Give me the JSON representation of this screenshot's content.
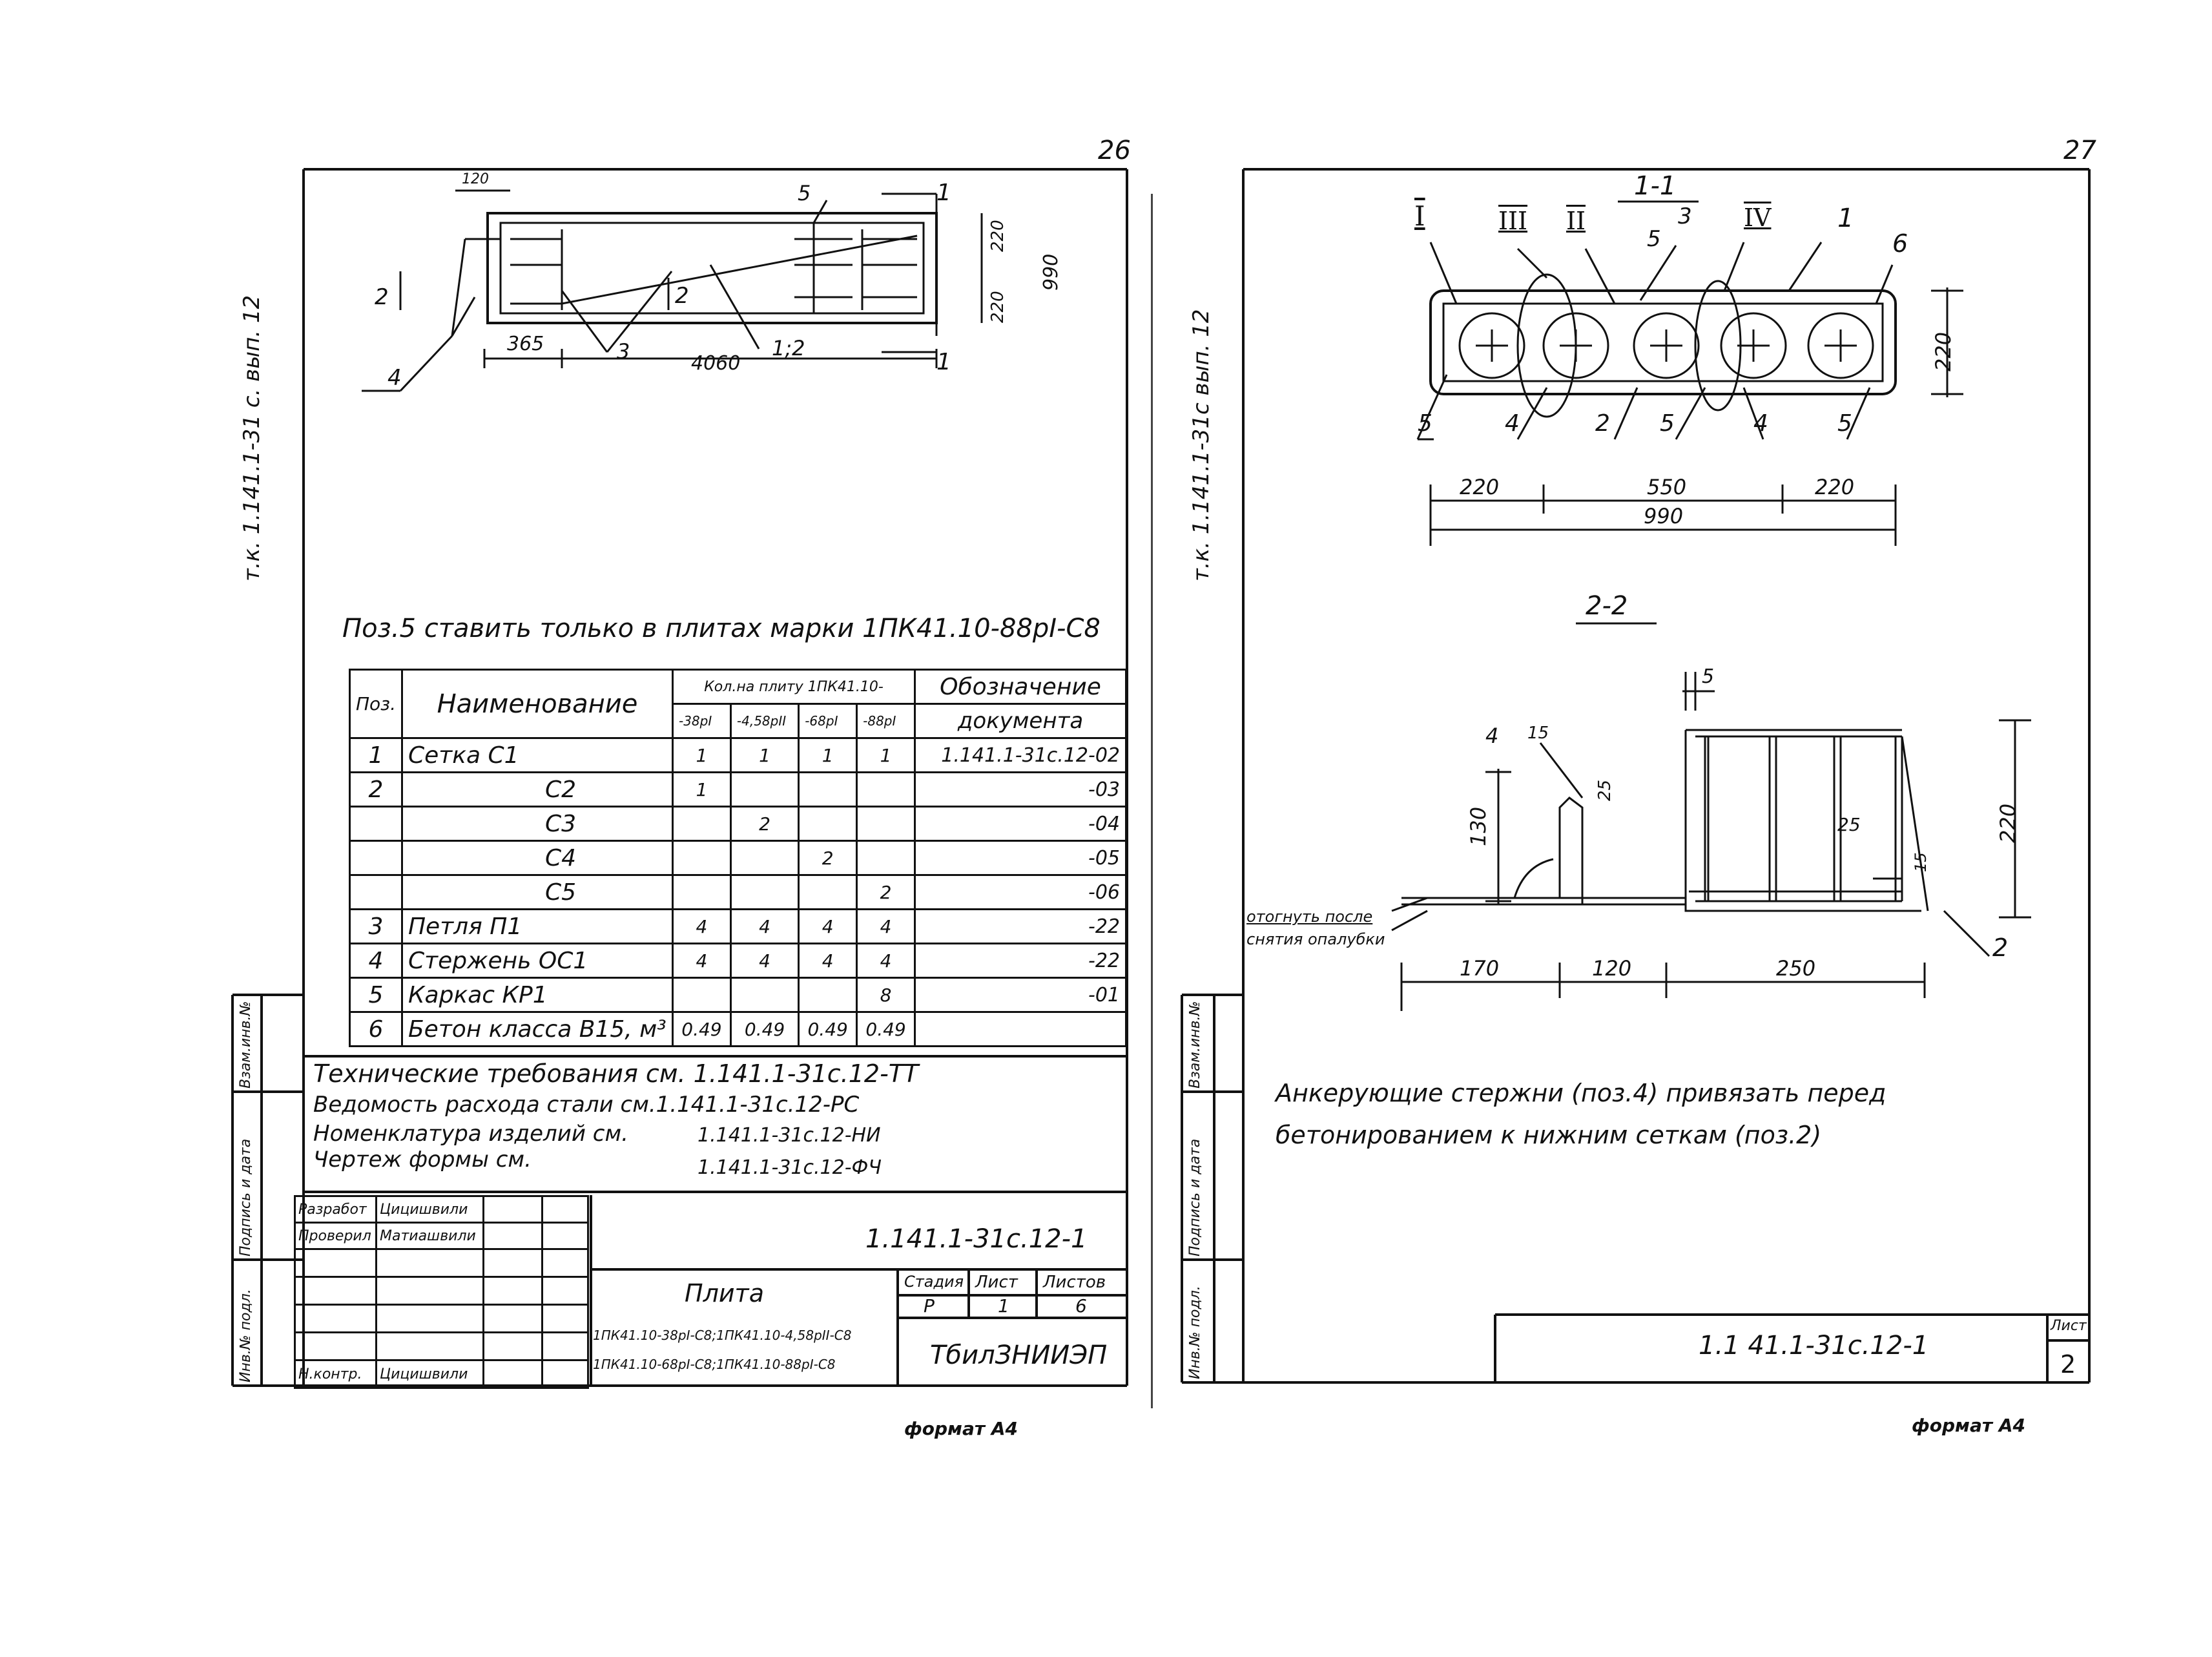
{
  "left_sheet": {
    "page_number": "26",
    "side_label": "т.к. 1.141.1-31 с. вып. 12",
    "plan": {
      "dim_120": "120",
      "dim_220_top": "220",
      "dim_220_bottom": "220",
      "dim_990": "990",
      "dim_365": "365",
      "dim_4060": "4060",
      "pos_1_top": "1",
      "pos_1_bottom": "1",
      "pos_5": "5",
      "pos_2_left": "2",
      "pos_2_mid": "2",
      "pos_3": "3",
      "pos_4": "4",
      "pos_1_2": "1;2"
    },
    "note_pos5": "Поз.5 ставить только в плитах марки 1ПК41.10-88рI-С8",
    "spec_table": {
      "header_pos": "Поз.",
      "header_name": "Наименование",
      "header_qty": "Кол.на плиту 1ПК41.10-",
      "header_designation_1": "Обозначение",
      "header_designation_2": "документа",
      "sub_headers": [
        "-38рI",
        "-4,58рII",
        "-68рI",
        "-88рI"
      ],
      "rows": [
        {
          "pos": "1",
          "name": "Сетка С1",
          "q1": "1",
          "q2": "1",
          "q3": "1",
          "q4": "1",
          "doc": "1.141.1-31с.12-02"
        },
        {
          "pos": "2",
          "name": "С2",
          "q1": "1",
          "q2": "",
          "q3": "",
          "q4": "",
          "doc": "-03"
        },
        {
          "pos": "",
          "name": "С3",
          "q1": "",
          "q2": "2",
          "q3": "",
          "q4": "",
          "doc": "-04"
        },
        {
          "pos": "",
          "name": "С4",
          "q1": "",
          "q2": "",
          "q3": "2",
          "q4": "",
          "doc": "-05"
        },
        {
          "pos": "",
          "name": "С5",
          "q1": "",
          "q2": "",
          "q3": "",
          "q4": "2",
          "doc": "-06"
        },
        {
          "pos": "3",
          "name": "Петля П1",
          "q1": "4",
          "q2": "4",
          "q3": "4",
          "q4": "4",
          "doc": "-22"
        },
        {
          "pos": "4",
          "name": "Стержень ОС1",
          "q1": "4",
          "q2": "4",
          "q3": "4",
          "q4": "4",
          "doc": "-22"
        },
        {
          "pos": "5",
          "name": "Каркас КР1",
          "q1": "",
          "q2": "",
          "q3": "",
          "q4": "8",
          "doc": "-01"
        },
        {
          "pos": "6",
          "name": "Бетон класса В15, м³",
          "q1": "0.49",
          "q2": "0.49",
          "q3": "0.49",
          "q4": "0.49",
          "doc": ""
        }
      ]
    },
    "refs": [
      {
        "label": "Технические требования см. 1.141.1-31с.12-ТТ",
        "value": ""
      },
      {
        "label": "Ведомость расхода стали см.1.141.1-31с.12-РС",
        "value": ""
      },
      {
        "label": "Номенклатура изделий см.",
        "value": "1.141.1-31с.12-НИ"
      },
      {
        "label": "Чертеж формы см.",
        "value": "1.141.1-31с.12-ФЧ"
      }
    ],
    "side_stamp": [
      "Инв.№ подл.",
      "Подпись и дата",
      "Взам.инв.№"
    ],
    "title_block": {
      "code": "1.141.1-31с.12-1",
      "product": "Плита",
      "marks_1": "1ПК41.10-38рI-С8;1ПК41.10-4,58рII-С8",
      "marks_2": "1ПК41.10-68рI-С8;1ПК41.10-88рI-С8",
      "stage_label": "Стадия",
      "sheet_label": "Лист",
      "sheets_label": "Листов",
      "stage": "Р",
      "sheet": "1",
      "sheets": "6",
      "org": "ТбилЗНИИЭП",
      "roles": [
        "Разработ",
        "Проверил",
        "Н.контр."
      ],
      "names": [
        "Цицишвили",
        "Матиашвили",
        "Цицишвили"
      ]
    },
    "format": "формат А4"
  },
  "right_sheet": {
    "page_number": "27",
    "side_label": "т.к. 1.141.1-31с вып. 12",
    "section_1_title": "1-1",
    "section_1_labels": {
      "roman": [
        "I",
        "III",
        "II",
        "IV"
      ],
      "pos_top": [
        "5",
        "3",
        "1",
        "6"
      ],
      "pos_bottom": [
        "5",
        "4",
        "2",
        "5",
        "4",
        "5"
      ],
      "dim_220_h": "220",
      "dims_bottom": [
        "220",
        "550",
        "220"
      ],
      "dim_total": "990"
    },
    "section_2_title": "2-2",
    "section_2_labels": {
      "dim_5": "5",
      "dim_4": "4",
      "dim_15_top": "15",
      "dim_25_left": "25",
      "dim_130": "130",
      "dim_25_right": "25",
      "dim_15_right": "15",
      "dim_220": "220",
      "pos_2": "2",
      "note_bend_1": "отогнуть после",
      "note_bend_2": "снятия опалубки",
      "dims_bottom": [
        "170",
        "120",
        "250"
      ]
    },
    "note_1": "Анкерующие стержни (поз.4) привязать перед",
    "note_2": "бетонированием к нижним сеткам (поз.2)",
    "side_stamp": [
      "Инв.№ подл.",
      "Подпись и дата",
      "Взам.инв.№"
    ],
    "title_block": {
      "code": "1.1 41.1-31с.12-1",
      "sheet_label": "Лист",
      "sheet": "2"
    },
    "format": "формат А4"
  }
}
